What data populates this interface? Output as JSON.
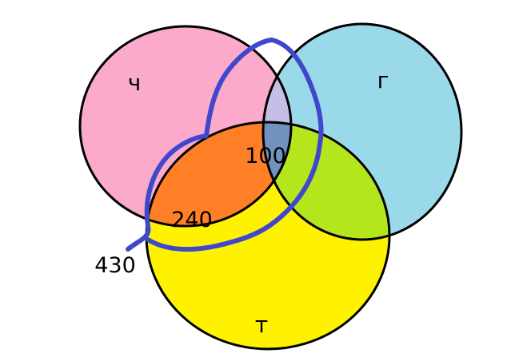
{
  "sets": [
    {
      "id": "ch",
      "label": "ч",
      "color": "#fbaacb"
    },
    {
      "id": "g",
      "label": "г",
      "color": "#9ad9ea"
    },
    {
      "id": "t",
      "label": "т",
      "color": "#fff200"
    }
  ],
  "regions": {
    "ch_g": {
      "color": "#c5bfe6"
    },
    "ch_t": {
      "color": "#ff7f27"
    },
    "g_t": {
      "color": "#b5e61d"
    },
    "ch_g_t": {
      "color": "#7092be",
      "value": "100"
    },
    "ch_t_only_value": "240"
  },
  "callout": {
    "value": "430"
  },
  "colors": {
    "stroke": "#000000",
    "highlight": "#3f48cc"
  }
}
